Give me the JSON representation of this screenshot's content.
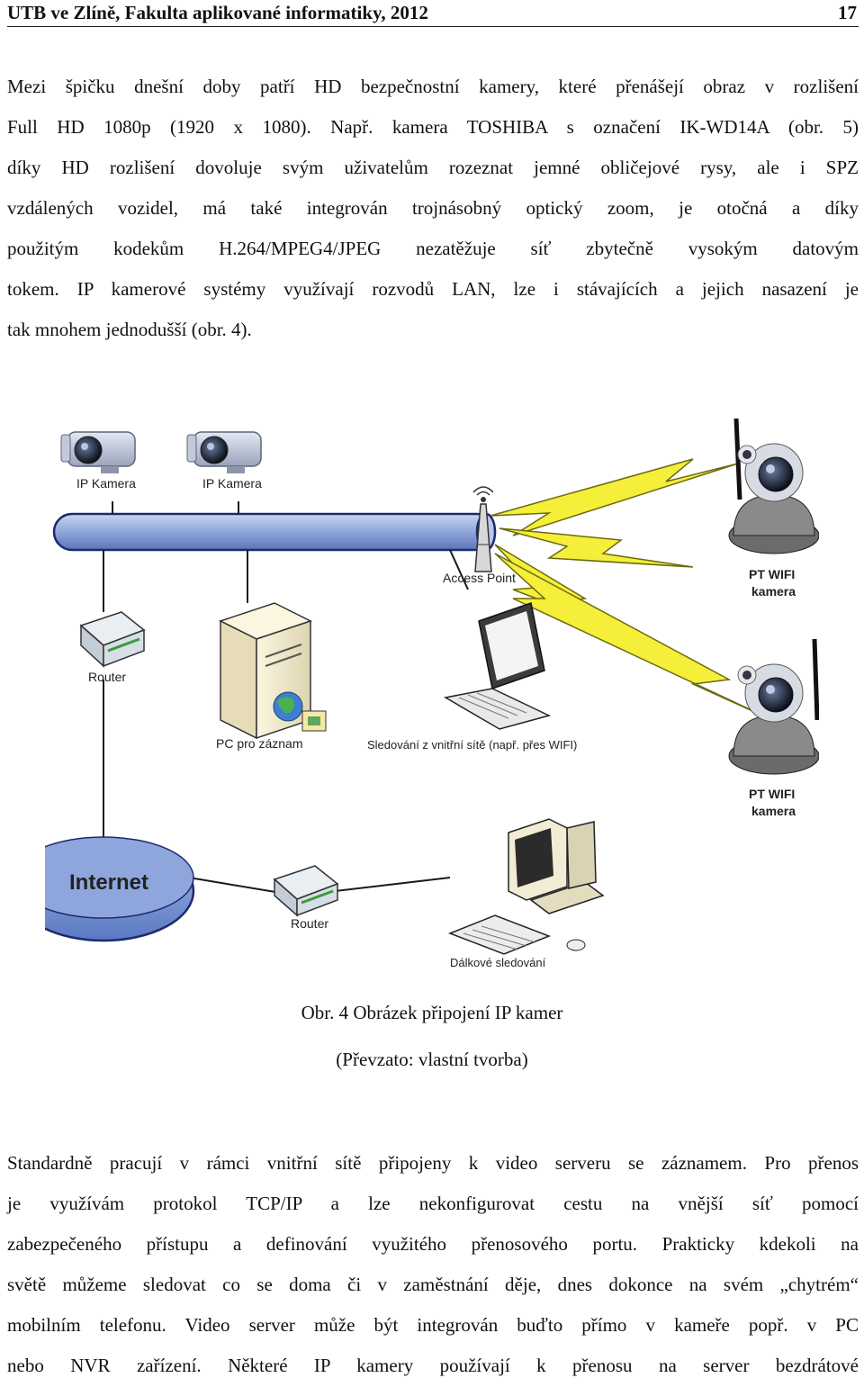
{
  "header": {
    "title": "UTB ve Zlíně, Fakulta aplikované informatiky, 2012",
    "page_number": "17"
  },
  "paragraph1": {
    "lines": [
      "Mezi špičku dnešní doby patří HD bezpečnostní kamery, které přenášejí obraz v rozlišení",
      "Full HD 1080p (1920 x 1080). Např. kamera TOSHIBA s označení IK-WD14A (obr. 5)",
      "díky HD rozlišení dovoluje svým uživatelům rozeznat jemné obličejové rysy, ale i SPZ",
      "vzdálených vozidel, má také integrován trojnásobný optický zoom, je otočná a díky",
      "použitým kodekům H.264/MPEG4/JPEG nezatěžuje síť zbytečně vysokým datovým",
      "tokem. IP kamerové systémy využívají rozvodů LAN, lze i stávajících a jejich nasazení je",
      "tak mnohem jednodušší (obr. 4)."
    ]
  },
  "figure": {
    "labels": {
      "ip_camera_1": "IP Kamera",
      "ip_camera_2": "IP Kamera",
      "access_point": "Access Point",
      "pt_wifi_1_line1": "PT WIFI",
      "pt_wifi_1_line2": "kamera",
      "pt_wifi_2_line1": "PT WIFI",
      "pt_wifi_2_line2": "kamera",
      "router_1": "Router",
      "pc_record": "PC pro záznam",
      "laptop": "Sledování z vnitřní sítě (např. přes WIFI)",
      "internet": "Internet",
      "router_2": "Router",
      "remote": "Dálkové sledování"
    },
    "caption": "Obr. 4 Obrázek připojení IP kamer",
    "source": "(Převzato: vlastní tvorba)"
  },
  "paragraph2": {
    "lines": [
      "Standardně pracují v rámci vnitřní sítě připojeny k video serveru se záznamem. Pro přenos",
      "je využívám protokol TCP/IP a lze nekonfigurovat cestu na vnější síť pomocí",
      "zabezpečeného přístupu a definování využitého přenosového portu. Prakticky kdekoli na",
      "světě můžeme sledovat co se doma či v zaměstnání děje, dnes dokonce na svém „chytrém“",
      "mobilním telefonu. Video server může být integrován buďto přímo v kameře popř. v PC",
      "nebo NVR zařízení. Některé IP kamery používají k přenosu na server bezdrátové"
    ]
  },
  "colors": {
    "bus_fill": "#8fa6d9",
    "bus_stroke": "#1c2a6e",
    "lightning": "#f5ef3a",
    "internet_fill": "#7e99d3",
    "wire": "#1a1a1a"
  }
}
